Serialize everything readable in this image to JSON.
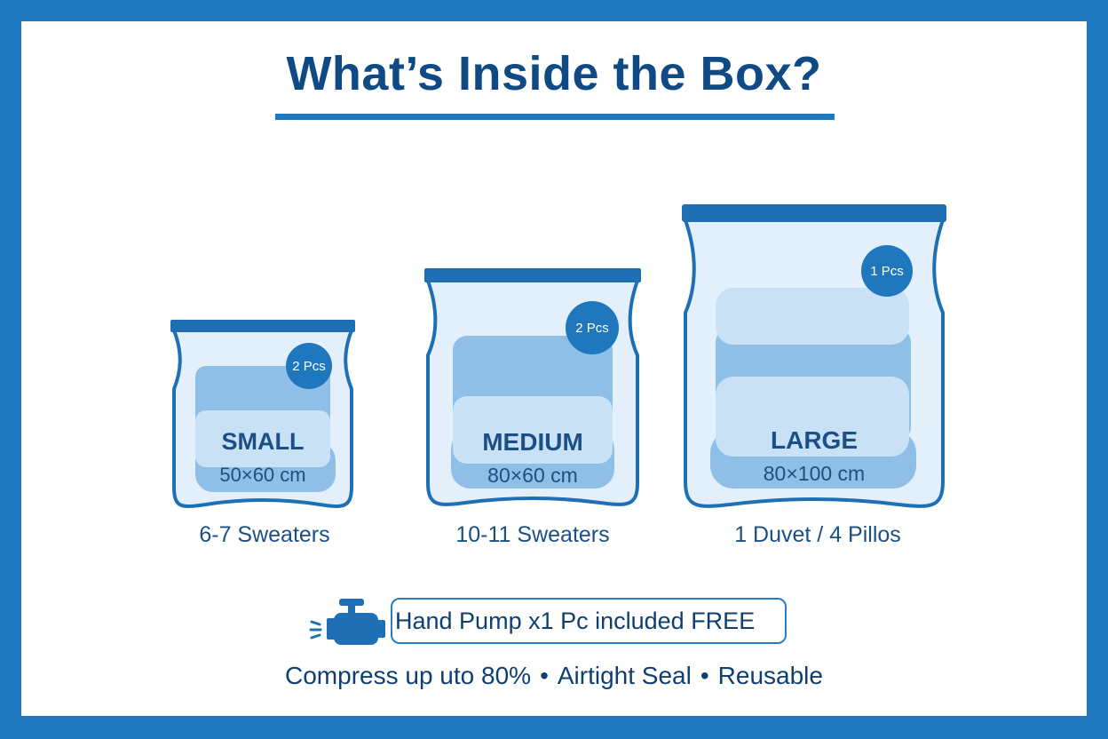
{
  "title": "What’s Inside the Box?",
  "colors": {
    "frame": "#1f78bd",
    "title": "#0f4a85",
    "bag_fill": "#e3f0fb",
    "bag_stroke": "#1f6fb5",
    "content_dark": "#8fbee6",
    "content_light": "#c9e1f5",
    "badge": "#1f78bd"
  },
  "bags": [
    {
      "name": "SMALL",
      "size": "50×60 cm",
      "badge": "2 Pcs",
      "capacity": "6-7 Sweaters"
    },
    {
      "name": "MEDIUM",
      "size": "80×60 cm",
      "badge": "2 Pcs",
      "capacity": "10-11 Sweaters"
    },
    {
      "name": "LARGE",
      "size": "80×100 cm",
      "badge": "1 Pcs",
      "capacity": "1 Duvet / 4 Pillos"
    }
  ],
  "pump": {
    "icon": "hand-pump-icon",
    "label": "Hand Pump x1 Pc included FREE"
  },
  "features": {
    "items": [
      "Compress up uto 80%",
      "Airtight Seal",
      "Reusable"
    ],
    "separator": "•"
  }
}
